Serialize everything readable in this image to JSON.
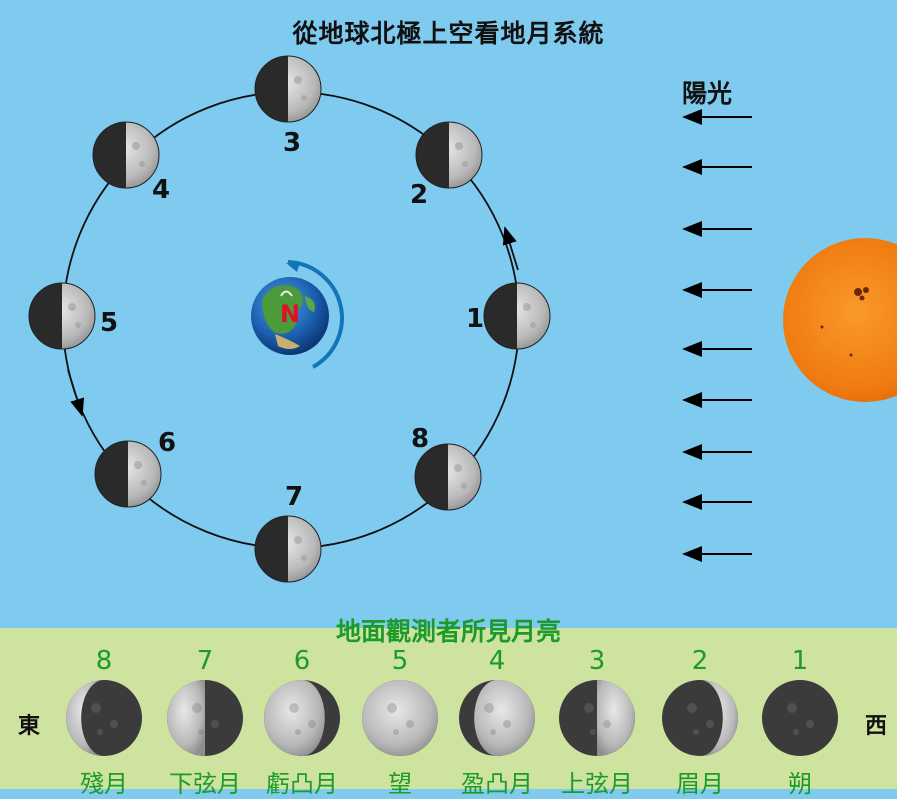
{
  "title": "從地球北極上空看地月系統",
  "sunlight_label": "陽光",
  "earth_label": "N",
  "orbit_positions": [
    "1",
    "2",
    "3",
    "4",
    "5",
    "6",
    "7",
    "8"
  ],
  "observer_title": "地面觀測者所見月亮",
  "direction_east": "東",
  "direction_west": "西",
  "phases": [
    {
      "num": "8",
      "name": "殘月",
      "lit": 0.2,
      "side": "left"
    },
    {
      "num": "7",
      "name": "下弦月",
      "lit": 0.5,
      "side": "left"
    },
    {
      "num": "6",
      "name": "虧凸月",
      "lit": 0.8,
      "side": "left"
    },
    {
      "num": "5",
      "name": "望",
      "lit": 1.0,
      "side": "left"
    },
    {
      "num": "4",
      "name": "盈凸月",
      "lit": 0.8,
      "side": "right"
    },
    {
      "num": "3",
      "name": "上弦月",
      "lit": 0.5,
      "side": "right"
    },
    {
      "num": "2",
      "name": "眉月",
      "lit": 0.2,
      "side": "right"
    },
    {
      "num": "1",
      "name": "朔",
      "lit": 0.0,
      "side": "right"
    }
  ],
  "colors": {
    "sky": "#7ecbef",
    "ground": "#cfe3a1",
    "label_green": "#1d9b2a",
    "sun": "#f07a12"
  }
}
